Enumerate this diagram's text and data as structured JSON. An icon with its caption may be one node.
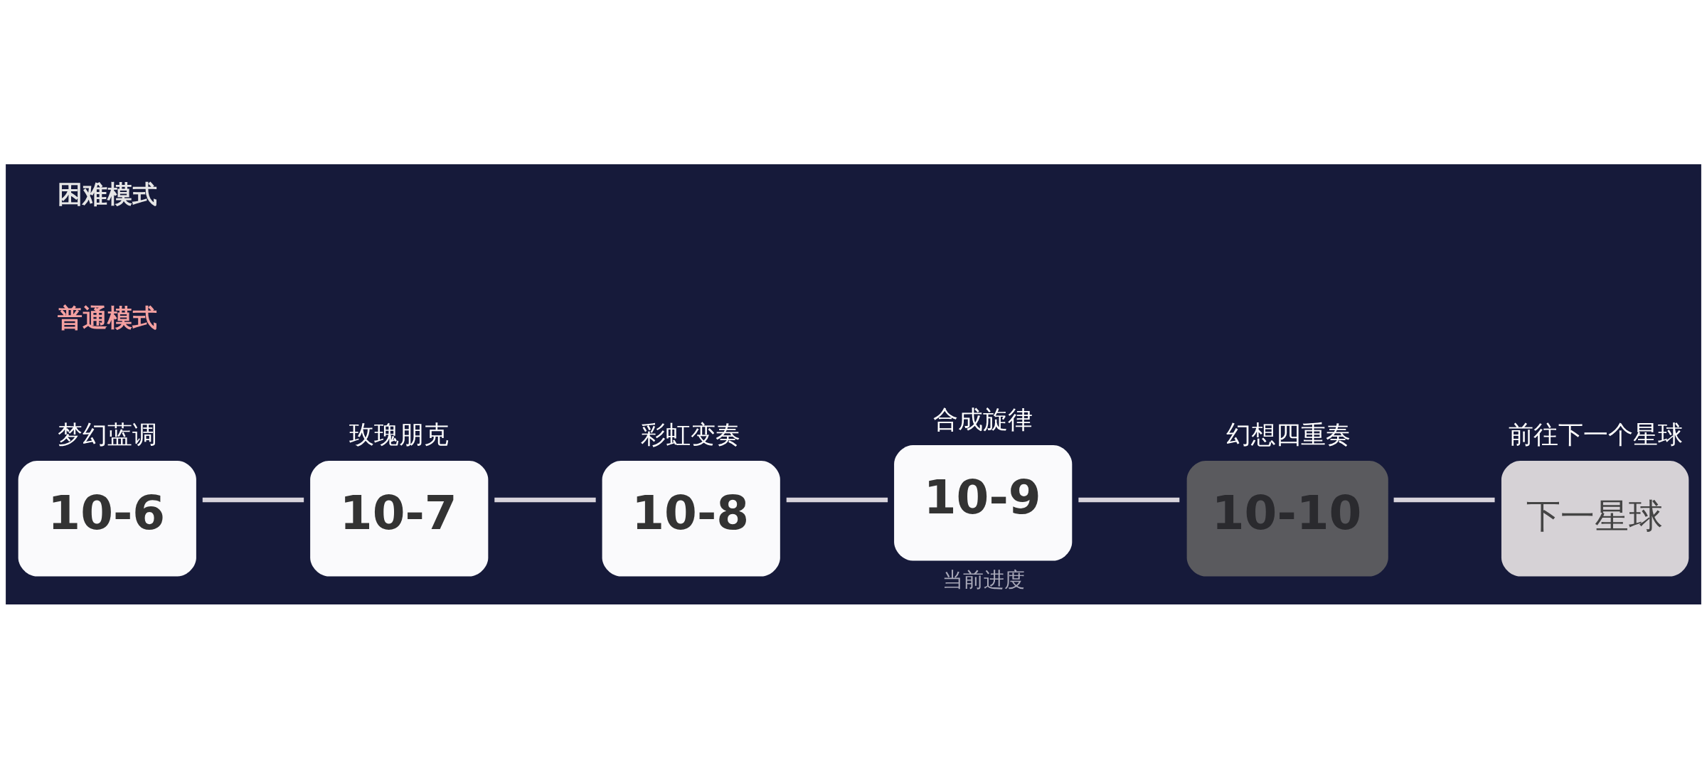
{
  "diagram": {
    "nodes": [
      {
        "text": [
          "梦幻蓝调",
          "10-6"
        ]
      },
      {
        "text": [
          "玫瑰朋克",
          "10-7"
        ]
      },
      {
        "text": [
          "彩虹变奏",
          "10-8"
        ]
      },
      {
        "text": [
          "合成旋律",
          "10-9"
        ],
        "beside": [
          "当前进度"
        ]
      },
      {
        "text": [
          "幻想四重奏",
          "10-10"
        ]
      },
      {
        "text": [
          "前往下一个星球",
          "下一星球"
        ]
      }
    ],
    "edges": [
      {
        "from": 0,
        "to": 1,
        "arrow": "none"
      },
      {
        "from": 1,
        "to": 2,
        "arrow": "none"
      },
      {
        "from": 2,
        "to": 3,
        "arrow": "none"
      },
      {
        "from": 3,
        "to": 4,
        "arrow": "none"
      },
      {
        "from": 4,
        "to": 5,
        "arrow": "none"
      }
    ],
    "labels": [
      "普通模式",
      "困难模式"
    ]
  }
}
